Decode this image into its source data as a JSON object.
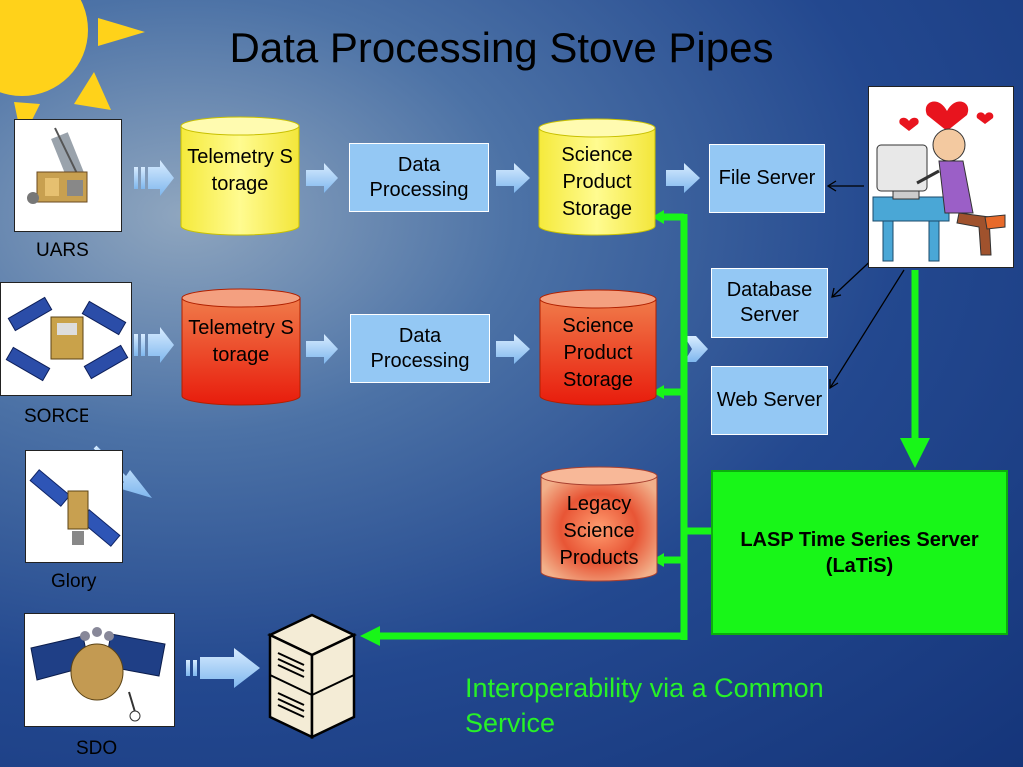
{
  "title": "Data Processing Stove Pipes",
  "missions": [
    {
      "label": "UARS"
    },
    {
      "label": "SORCE"
    },
    {
      "label": "Glory"
    },
    {
      "label": "SDO"
    }
  ],
  "telemetry_storage": {
    "label": "Telemetry Storage"
  },
  "data_processing": {
    "label": "Data Processing"
  },
  "science_product_storage": {
    "label": "Science Product Storage"
  },
  "legacy": {
    "label": "Legacy Science Products"
  },
  "servers": {
    "file": "File Server",
    "database": "Database Server",
    "web": "Web Server"
  },
  "latis": {
    "line1": "LASP Time Series Server",
    "line2": "(LaTiS)"
  },
  "interop": {
    "line1": "Interoperability via a Common",
    "line2": "Service"
  },
  "colors": {
    "bright_green": "#18f618",
    "process_blue": "#94c8f4",
    "cylinder_yellow": "#fff860",
    "cylinder_red": "#ee4422",
    "sun": "#ffd21a"
  },
  "icons": [
    "sun-icon",
    "satellite-icon",
    "server-tower-icon",
    "computer-user-icon",
    "heart-icon"
  ]
}
